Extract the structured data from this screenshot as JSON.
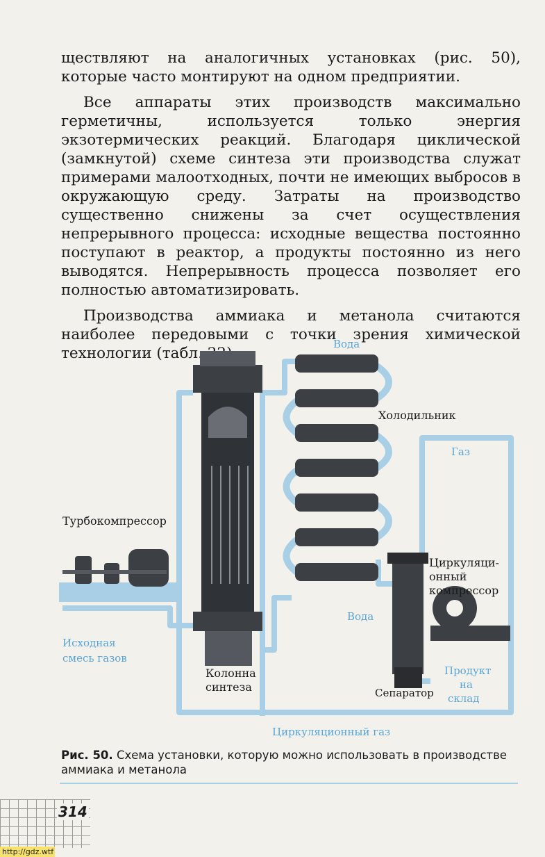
{
  "paragraphs": [
    "ществляют на аналогичных установках (рис. 50), которые часто монтируют на одном предприятии.",
    "Все аппараты этих производств максимально герметичны, используется только энергия экзотермических реакций. Благодаря циклической (замкнутой) схеме синтеза эти производства служат примерами малоотходных, почти не имеющих выбросов в окружающую среду. Затраты на производство существенно снижены за счет осуществления непрерывного процесса: исходные вещества постоянно поступают в реактор, а продукты постоянно из него выводятся. Непрерывность процесса позволяет его полностью автоматизировать.",
    "Производства аммиака и метанола считаются наиболее передовыми с точки зрения химической технологии (табл. 22)."
  ],
  "figure": {
    "labels": {
      "water_top": "Вода",
      "cooler": "Холодильник",
      "gas": "Газ",
      "turbo": "Турбокомпрессор",
      "circ_comp_1": "Циркуляци-",
      "circ_comp_2": "онный",
      "circ_comp_3": "компрессор",
      "water_bottom": "Вода",
      "feed_1": "Исходная",
      "feed_2": "смесь газов",
      "column_1": "Колонна",
      "column_2": "синтеза",
      "product_1": "Продукт",
      "product_2": "на",
      "product_3": "склад",
      "separator": "Сепаратор",
      "recycle": "Циркуляционный газ"
    }
  },
  "caption": {
    "label": "Рис. 50.",
    "text": "Схема установки, которую можно использовать в производстве аммиака и метанола"
  },
  "page_number": "314",
  "watermark": "http://gdz.wtf",
  "colors": {
    "pipe": "#a9cfe6",
    "metal": "#3c3f44",
    "label_blue": "#5aa4d2"
  }
}
